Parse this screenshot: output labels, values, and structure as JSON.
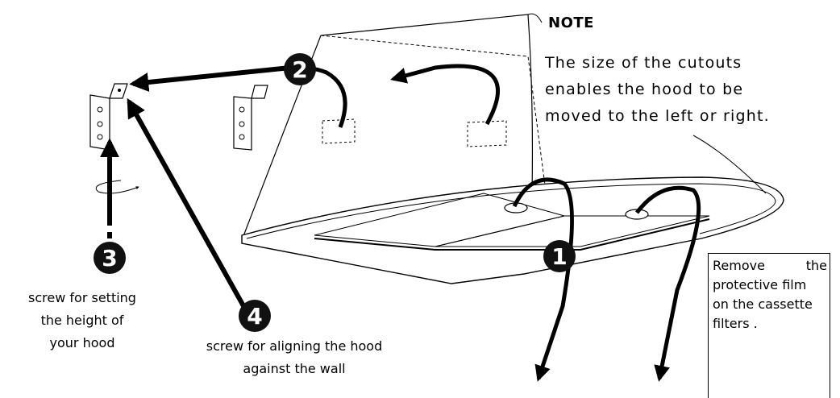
{
  "note": {
    "title": "NOTE",
    "lines": [
      "The size of the cutouts",
      "enables the hood to be",
      "moved to the left or right."
    ]
  },
  "steps": [
    {
      "number": "1"
    },
    {
      "number": "2"
    },
    {
      "number": "3",
      "caption": [
        "screw for setting",
        "the height of",
        "your hood"
      ]
    },
    {
      "number": "4",
      "caption": [
        "screw for aligning the hood",
        "against the wall"
      ]
    }
  ],
  "film_instruction": {
    "lines": [
      "Remove the",
      "protective film",
      "on the cassette",
      "filters ."
    ]
  },
  "colors": {
    "stroke": "#000000",
    "fill": "#ffffff",
    "badge": "#111111"
  }
}
